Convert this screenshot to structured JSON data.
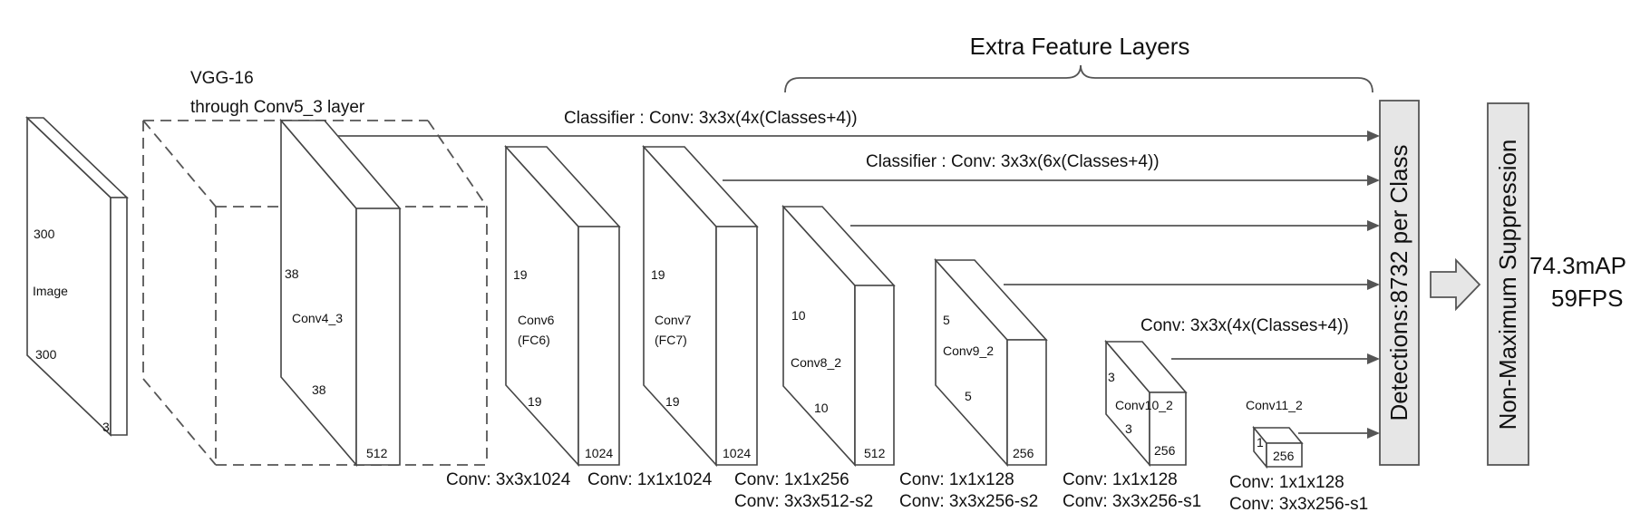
{
  "extra_feature_layers": "Extra Feature Layers",
  "vgg_line1": "VGG-16",
  "vgg_line2": "through Conv5_3 layer",
  "classifier_1": "Classifier : Conv: 3x3x(4x(Classes+4))",
  "classifier_2": "Classifier : Conv: 3x3x(6x(Classes+4))",
  "classifier_3": "Conv: 3x3x(4x(Classes+4))",
  "image": {
    "h": "300",
    "w": "300",
    "label": "Image",
    "c": "3"
  },
  "conv4_3": {
    "h": "38",
    "w": "38",
    "label": "Conv4_3",
    "c": "512"
  },
  "conv6": {
    "h": "19",
    "w": "19",
    "label_1": "Conv6",
    "label_2": "(FC6)",
    "c": "1024"
  },
  "conv7": {
    "h": "19",
    "w": "19",
    "label_1": "Conv7",
    "label_2": "(FC7)",
    "c": "1024"
  },
  "conv8_2": {
    "h": "10",
    "w": "10",
    "label": "Conv8_2",
    "c": "512"
  },
  "conv9_2": {
    "h": "5",
    "w": "5",
    "label": "Conv9_2",
    "c": "256"
  },
  "conv10_2": {
    "h": "3",
    "w": "3",
    "label": "Conv10_2",
    "c": "256"
  },
  "conv11_2": {
    "h": "1",
    "label": "Conv11_2",
    "c": "256"
  },
  "caption_conv6": "Conv: 3x3x1024",
  "caption_conv7": "Conv: 1x1x1024",
  "caption_conv8_l1": "Conv: 1x1x256",
  "caption_conv8_l2": "Conv:  3x3x512-s2",
  "caption_conv9_l1": "Conv: 1x1x128",
  "caption_conv9_l2": "Conv: 3x3x256-s2",
  "caption_conv10_l1": "Conv: 1x1x128",
  "caption_conv10_l2": "Conv: 3x3x256-s1",
  "caption_conv11_l1": "Conv: 1x1x128",
  "caption_conv11_l2": "Conv: 3x3x256-s1",
  "detections": "Detections:8732  per Class",
  "nms": "Non-Maximum Suppression",
  "map": "74.3mAP",
  "fps": "59FPS"
}
